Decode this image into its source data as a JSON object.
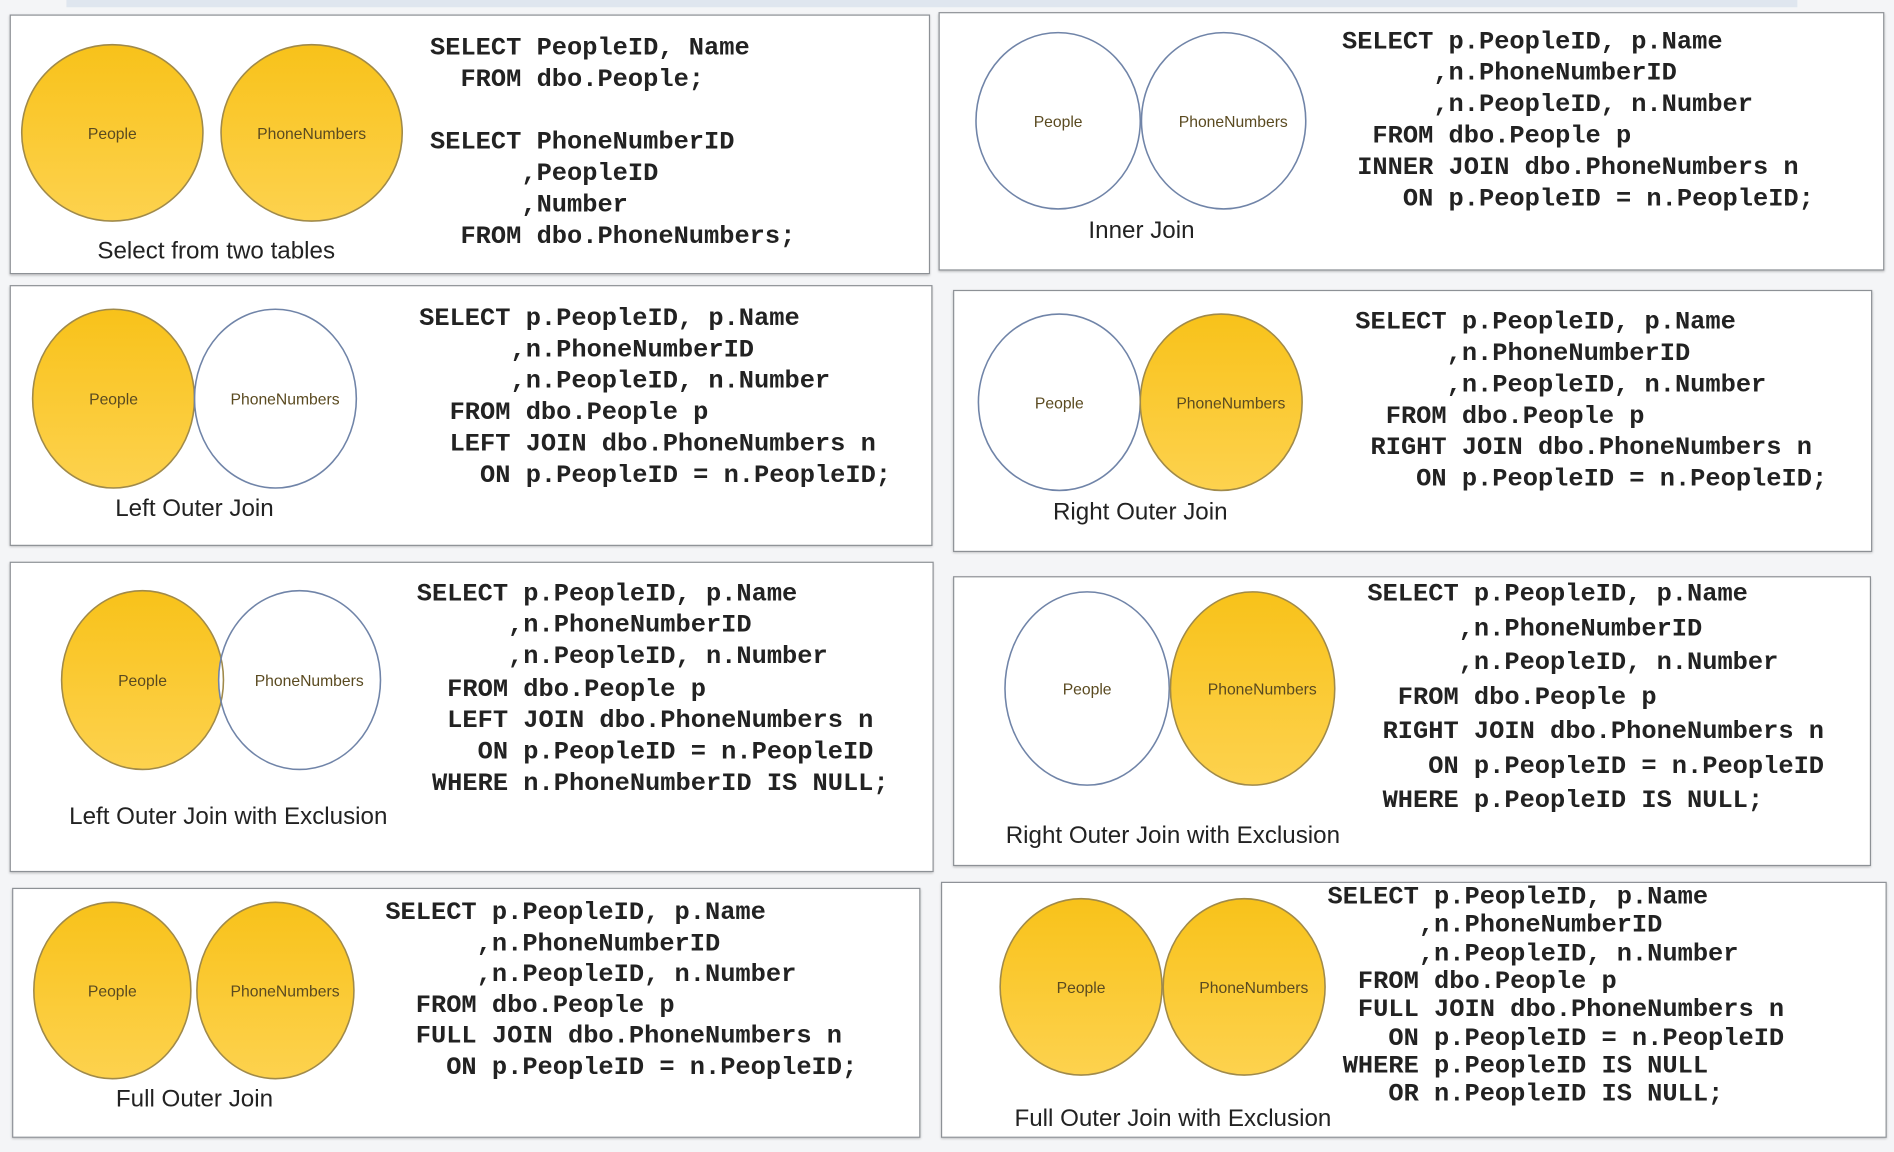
{
  "colors": {
    "fill": "#f8c21a",
    "fill_light": "#fdd24e",
    "outline_filled": "#a08a4a",
    "outline_empty": "#7084a8"
  },
  "panels": [
    {
      "title": "Select from two tables",
      "mode": "both",
      "left_label": "People",
      "right_label": "PhoneNumbers",
      "code": [
        "SELECT PeopleID, Name",
        "  FROM dbo.People;",
        "",
        "SELECT PhoneNumberID",
        "      ,PeopleID",
        "      ,Number",
        "  FROM dbo.PhoneNumbers;"
      ]
    },
    {
      "title": "Inner Join",
      "mode": "inner",
      "left_label": "People",
      "right_label": "PhoneNumbers",
      "code": [
        "SELECT p.PeopleID, p.Name",
        "      ,n.PhoneNumberID",
        "      ,n.PeopleID, n.Number",
        "  FROM dbo.People p",
        " INNER JOIN dbo.PhoneNumbers n",
        "    ON p.PeopleID = n.PeopleID;"
      ]
    },
    {
      "title": "Left Outer Join",
      "mode": "left",
      "left_label": "People",
      "right_label": "PhoneNumbers",
      "code": [
        "SELECT p.PeopleID, p.Name",
        "      ,n.PhoneNumberID",
        "      ,n.PeopleID, n.Number",
        "  FROM dbo.People p",
        "  LEFT JOIN dbo.PhoneNumbers n",
        "    ON p.PeopleID = n.PeopleID;"
      ]
    },
    {
      "title": "Right Outer Join",
      "mode": "right",
      "left_label": "People",
      "right_label": "PhoneNumbers",
      "code": [
        "SELECT p.PeopleID, p.Name",
        "      ,n.PhoneNumberID",
        "      ,n.PeopleID, n.Number",
        "  FROM dbo.People p",
        " RIGHT JOIN dbo.PhoneNumbers n",
        "    ON p.PeopleID = n.PeopleID;"
      ]
    },
    {
      "title": "Left Outer Join with Exclusion",
      "mode": "left-excl",
      "left_label": "People",
      "right_label": "PhoneNumbers",
      "code": [
        "SELECT p.PeopleID, p.Name",
        "      ,n.PhoneNumberID",
        "      ,n.PeopleID, n.Number",
        "  FROM dbo.People p",
        "  LEFT JOIN dbo.PhoneNumbers n",
        "    ON p.PeopleID = n.PeopleID",
        " WHERE n.PhoneNumberID IS NULL;"
      ]
    },
    {
      "title": "Right Outer Join with Exclusion",
      "mode": "right-excl",
      "left_label": "People",
      "right_label": "PhoneNumbers",
      "code": [
        "SELECT p.PeopleID, p.Name",
        "      ,n.PhoneNumberID",
        "      ,n.PeopleID, n.Number",
        "  FROM dbo.People p",
        " RIGHT JOIN dbo.PhoneNumbers n",
        "    ON p.PeopleID = n.PeopleID",
        " WHERE p.PeopleID IS NULL;"
      ]
    },
    {
      "title": "Full Outer Join",
      "mode": "full",
      "left_label": "People",
      "right_label": "PhoneNumbers",
      "code": [
        "SELECT p.PeopleID, p.Name",
        "      ,n.PhoneNumberID",
        "      ,n.PeopleID, n.Number",
        "  FROM dbo.People p",
        "  FULL JOIN dbo.PhoneNumbers n",
        "    ON p.PeopleID = n.PeopleID;"
      ]
    },
    {
      "title": "Full Outer Join with Exclusion",
      "mode": "full-excl",
      "left_label": "People",
      "right_label": "PhoneNumbers",
      "code": [
        "SELECT p.PeopleID, p.Name",
        "      ,n.PhoneNumberID",
        "      ,n.PeopleID, n.Number",
        "  FROM dbo.People p",
        "  FULL JOIN dbo.PhoneNumbers n",
        "    ON p.PeopleID = n.PeopleID",
        " WHERE p.PeopleID IS NULL",
        "    OR n.PeopleID IS NULL;"
      ]
    }
  ]
}
